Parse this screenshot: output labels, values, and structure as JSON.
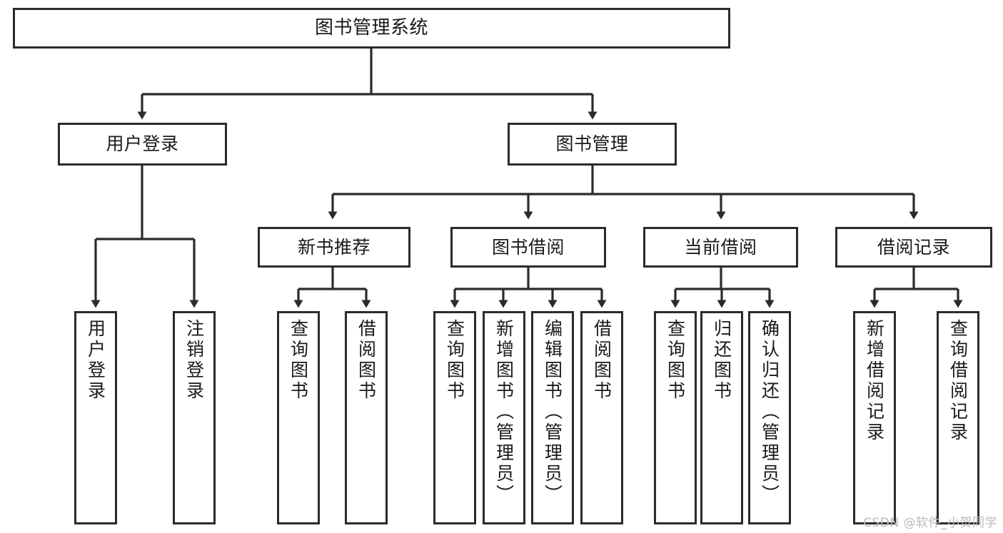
{
  "diagram": {
    "title": "图书管理系统",
    "type": "hierarchy-tree",
    "colors": {
      "box_border": "#2b2b2b",
      "box_fill": "#ffffff",
      "edge": "#2b2b2b",
      "text": "#1a1a1a",
      "watermark": "#b9b9b9"
    },
    "root": {
      "id": "root",
      "label": "图书管理系统"
    },
    "level2": [
      {
        "id": "n-user-login",
        "label": "用户登录"
      },
      {
        "id": "n-book-manage",
        "label": "图书管理"
      }
    ],
    "level3": [
      {
        "id": "n-new-book-rec",
        "label": "新书推荐",
        "parent": "n-book-manage"
      },
      {
        "id": "n-book-borrow",
        "label": "图书借阅",
        "parent": "n-book-manage"
      },
      {
        "id": "n-current-borrow",
        "label": "当前借阅",
        "parent": "n-book-manage"
      },
      {
        "id": "n-borrow-record",
        "label": "借阅记录",
        "parent": "n-book-manage"
      }
    ],
    "leaves": [
      {
        "id": "leaf-user-login",
        "label": "用户登录",
        "parent": "n-user-login"
      },
      {
        "id": "leaf-logout",
        "label": "注销登录",
        "parent": "n-user-login"
      },
      {
        "id": "leaf-query-book-1",
        "label": "查询图书",
        "parent": "n-new-book-rec"
      },
      {
        "id": "leaf-borrow-book-1",
        "label": "借阅图书",
        "parent": "n-new-book-rec"
      },
      {
        "id": "leaf-query-book-2",
        "label": "查询图书",
        "parent": "n-book-borrow"
      },
      {
        "id": "leaf-add-book",
        "label": "新增图书（管理员）",
        "parent": "n-book-borrow"
      },
      {
        "id": "leaf-edit-book",
        "label": "编辑图书（管理员）",
        "parent": "n-book-borrow"
      },
      {
        "id": "leaf-borrow-book-2",
        "label": "借阅图书",
        "parent": "n-book-borrow"
      },
      {
        "id": "leaf-query-book-3",
        "label": "查询图书",
        "parent": "n-current-borrow"
      },
      {
        "id": "leaf-return-book",
        "label": "归还图书",
        "parent": "n-current-borrow"
      },
      {
        "id": "leaf-confirm-return",
        "label": "确认归还（管理员）",
        "parent": "n-current-borrow"
      },
      {
        "id": "leaf-add-record",
        "label": "新增借阅记录",
        "parent": "n-borrow-record"
      },
      {
        "id": "leaf-query-record",
        "label": "查询借阅记录",
        "parent": "n-borrow-record"
      }
    ]
  },
  "watermark": {
    "text": "CSDN @软件_小贺同学"
  }
}
